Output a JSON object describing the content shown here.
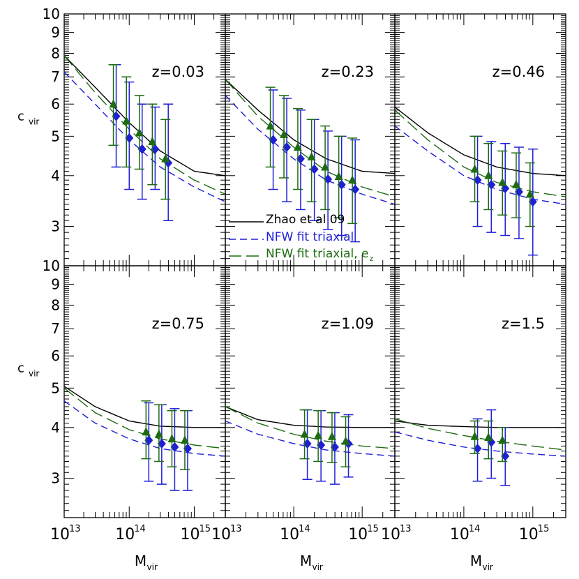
{
  "figure": {
    "ylabel": "c",
    "ylabel_sub": "vir",
    "xlabel": "M",
    "xlabel_sub": "vir",
    "x_tick_labels": [
      {
        "base": "10",
        "exp": "13",
        "value": 10000000000000.0
      },
      {
        "base": "10",
        "exp": "14",
        "value": 100000000000000.0
      },
      {
        "base": "10",
        "exp": "15",
        "value": 1000000000000000.0
      }
    ],
    "y_tick_labels": [
      {
        "text": "3",
        "value": 3
      },
      {
        "text": "4",
        "value": 4
      },
      {
        "text": "5",
        "value": 5
      },
      {
        "text": "6",
        "value": 6
      },
      {
        "text": "7",
        "value": 7
      },
      {
        "text": "8",
        "value": 8
      },
      {
        "text": "9",
        "value": 9
      },
      {
        "text": "10",
        "value": 10
      }
    ],
    "colors": {
      "zhao": "#000000",
      "nfw": "#1f1fd6",
      "nfw_ez": "#1e6b12"
    }
  },
  "legend": {
    "placement": "lower-left of top-middle panel",
    "entries": [
      {
        "series": "zhao",
        "label": "Zhao et al 09",
        "sub": ""
      },
      {
        "series": "nfw",
        "label": "NFW fit triaxial",
        "sub": ""
      },
      {
        "series": "nfw_ez",
        "label": "NFW fit triaxial, e",
        "sub": "z"
      }
    ]
  },
  "chart_data": [
    {
      "type": "scatter",
      "panel": "top-left",
      "label": "z=0.03",
      "x_scale": "log",
      "y_scale": "log",
      "xlim": [
        10000000000000.0,
        3000000000000000.0
      ],
      "ylim": [
        2.4,
        10
      ],
      "curves": {
        "zhao": {
          "x": [
            10000000000000.0,
            30000000000000.0,
            100000000000000.0,
            300000000000000.0,
            1000000000000000.0,
            3000000000000000.0
          ],
          "y": [
            7.9,
            6.6,
            5.4,
            4.6,
            4.1,
            4.0
          ]
        },
        "nfw": {
          "x": [
            10000000000000.0,
            30000000000000.0,
            100000000000000.0,
            300000000000000.0,
            1000000000000000.0,
            3000000000000000.0
          ],
          "y": [
            7.2,
            6.0,
            4.9,
            4.2,
            3.75,
            3.45
          ]
        },
        "nfw_ez": {
          "x": [
            10000000000000.0,
            30000000000000.0,
            100000000000000.0,
            300000000000000.0,
            1000000000000000.0,
            3000000000000000.0
          ],
          "y": [
            7.9,
            6.4,
            5.2,
            4.4,
            3.9,
            3.6
          ]
        }
      },
      "series": [
        {
          "name": "nfw",
          "marker": "diamond",
          "points": [
            {
              "x": 63000000000000.0,
              "y": 5.6,
              "lo": 4.2,
              "hi": 7.5
            },
            {
              "x": 100000000000000.0,
              "y": 4.95,
              "lo": 3.7,
              "hi": 6.8
            },
            {
              "x": 158000000000000.0,
              "y": 4.65,
              "lo": 3.5,
              "hi": 6.0
            },
            {
              "x": 250000000000000.0,
              "y": 4.65,
              "lo": 3.7,
              "hi": 5.9
            },
            {
              "x": 398000000000000.0,
              "y": 4.3,
              "lo": 3.1,
              "hi": 6.0
            }
          ]
        },
        {
          "name": "nfw_ez",
          "marker": "triangle",
          "points": [
            {
              "x": 63000000000000.0,
              "y": 6.0,
              "lo": 4.75,
              "hi": 7.5
            },
            {
              "x": 100000000000000.0,
              "y": 5.45,
              "lo": 4.2,
              "hi": 7.0
            },
            {
              "x": 158000000000000.0,
              "y": 5.1,
              "lo": 4.15,
              "hi": 6.3
            },
            {
              "x": 250000000000000.0,
              "y": 4.85,
              "lo": 3.8,
              "hi": 6.0
            },
            {
              "x": 398000000000000.0,
              "y": 4.4,
              "lo": 3.5,
              "hi": 5.5
            }
          ]
        }
      ]
    },
    {
      "type": "scatter",
      "panel": "top-middle",
      "label": "z=0.23",
      "x_scale": "log",
      "y_scale": "log",
      "xlim": [
        10000000000000.0,
        3000000000000000.0
      ],
      "ylim": [
        2.4,
        10
      ],
      "curves": {
        "zhao": {
          "x": [
            10000000000000.0,
            30000000000000.0,
            100000000000000.0,
            300000000000000.0,
            1000000000000000.0,
            3000000000000000.0
          ],
          "y": [
            6.9,
            5.8,
            4.9,
            4.4,
            4.1,
            4.05
          ]
        },
        "nfw": {
          "x": [
            10000000000000.0,
            30000000000000.0,
            100000000000000.0,
            300000000000000.0,
            1000000000000000.0,
            3000000000000000.0
          ],
          "y": [
            6.3,
            5.2,
            4.4,
            3.9,
            3.6,
            3.4
          ]
        },
        "nfw_ez": {
          "x": [
            10000000000000.0,
            30000000000000.0,
            100000000000000.0,
            300000000000000.0,
            1000000000000000.0,
            3000000000000000.0
          ],
          "y": [
            6.9,
            5.6,
            4.7,
            4.1,
            3.75,
            3.55
          ]
        }
      },
      "series": [
        {
          "name": "nfw",
          "marker": "diamond",
          "points": [
            {
              "x": 50000000000000.0,
              "y": 4.9,
              "lo": 3.7,
              "hi": 6.5
            },
            {
              "x": 79000000000000.0,
              "y": 4.7,
              "lo": 3.45,
              "hi": 6.2
            },
            {
              "x": 126000000000000.0,
              "y": 4.4,
              "lo": 3.3,
              "hi": 5.8
            },
            {
              "x": 200000000000000.0,
              "y": 4.15,
              "lo": 3.1,
              "hi": 5.5
            },
            {
              "x": 316000000000000.0,
              "y": 3.92,
              "lo": 2.95,
              "hi": 5.15
            },
            {
              "x": 500000000000000.0,
              "y": 3.8,
              "lo": 2.85,
              "hi": 5.0
            },
            {
              "x": 790000000000000.0,
              "y": 3.7,
              "lo": 2.75,
              "hi": 4.9
            }
          ]
        },
        {
          "name": "nfw_ez",
          "marker": "triangle",
          "points": [
            {
              "x": 50000000000000.0,
              "y": 5.3,
              "lo": 4.2,
              "hi": 6.6
            },
            {
              "x": 79000000000000.0,
              "y": 5.05,
              "lo": 3.95,
              "hi": 6.3
            },
            {
              "x": 126000000000000.0,
              "y": 4.7,
              "lo": 3.7,
              "hi": 5.85
            },
            {
              "x": 200000000000000.0,
              "y": 4.45,
              "lo": 3.45,
              "hi": 5.5
            },
            {
              "x": 316000000000000.0,
              "y": 4.2,
              "lo": 3.3,
              "hi": 5.3
            },
            {
              "x": 500000000000000.0,
              "y": 3.98,
              "lo": 3.15,
              "hi": 5.0
            },
            {
              "x": 790000000000000.0,
              "y": 3.9,
              "lo": 3.05,
              "hi": 4.95
            }
          ]
        }
      ]
    },
    {
      "type": "scatter",
      "panel": "top-right",
      "label": "z=0.46",
      "x_scale": "log",
      "y_scale": "log",
      "xlim": [
        10000000000000.0,
        3000000000000000.0
      ],
      "ylim": [
        2.4,
        10
      ],
      "curves": {
        "zhao": {
          "x": [
            10000000000000.0,
            30000000000000.0,
            100000000000000.0,
            300000000000000.0,
            1000000000000000.0,
            3000000000000000.0
          ],
          "y": [
            5.9,
            5.1,
            4.5,
            4.2,
            4.05,
            4.0
          ]
        },
        "nfw": {
          "x": [
            10000000000000.0,
            30000000000000.0,
            100000000000000.0,
            300000000000000.0,
            1000000000000000.0,
            3000000000000000.0
          ],
          "y": [
            5.3,
            4.6,
            4.0,
            3.7,
            3.5,
            3.4
          ]
        },
        "nfw_ez": {
          "x": [
            10000000000000.0,
            30000000000000.0,
            100000000000000.0,
            300000000000000.0,
            1000000000000000.0,
            3000000000000000.0
          ],
          "y": [
            5.8,
            4.9,
            4.2,
            3.85,
            3.65,
            3.55
          ]
        }
      },
      "series": [
        {
          "name": "nfw",
          "marker": "diamond",
          "points": [
            {
              "x": 158000000000000.0,
              "y": 3.9,
              "lo": 3.0,
              "hi": 5.0
            },
            {
              "x": 250000000000000.0,
              "y": 3.8,
              "lo": 2.9,
              "hi": 4.85
            },
            {
              "x": 398000000000000.0,
              "y": 3.72,
              "lo": 2.85,
              "hi": 4.8
            },
            {
              "x": 630000000000000.0,
              "y": 3.65,
              "lo": 2.8,
              "hi": 4.7
            },
            {
              "x": 1000000000000000.0,
              "y": 3.45,
              "lo": 2.55,
              "hi": 4.65
            }
          ]
        },
        {
          "name": "nfw_ez",
          "marker": "triangle",
          "points": [
            {
              "x": 158000000000000.0,
              "y": 4.15,
              "lo": 3.45,
              "hi": 5.0
            },
            {
              "x": 250000000000000.0,
              "y": 4.0,
              "lo": 3.3,
              "hi": 4.8
            },
            {
              "x": 398000000000000.0,
              "y": 3.85,
              "lo": 3.2,
              "hi": 4.6
            },
            {
              "x": 630000000000000.0,
              "y": 3.8,
              "lo": 3.15,
              "hi": 4.55
            },
            {
              "x": 1000000000000000.0,
              "y": 3.6,
              "lo": 3.0,
              "hi": 4.3
            }
          ]
        }
      ]
    },
    {
      "type": "scatter",
      "panel": "bottom-left",
      "label": "z=0.75",
      "x_scale": "log",
      "y_scale": "log",
      "xlim": [
        10000000000000.0,
        3000000000000000.0
      ],
      "ylim": [
        2.4,
        10
      ],
      "curves": {
        "zhao": {
          "x": [
            10000000000000.0,
            30000000000000.0,
            100000000000000.0,
            300000000000000.0,
            1000000000000000.0,
            3000000000000000.0
          ],
          "y": [
            5.05,
            4.5,
            4.15,
            4.03,
            4.0,
            4.0
          ]
        },
        "nfw": {
          "x": [
            10000000000000.0,
            30000000000000.0,
            100000000000000.0,
            300000000000000.0,
            1000000000000000.0,
            3000000000000000.0
          ],
          "y": [
            4.65,
            4.1,
            3.75,
            3.55,
            3.45,
            3.4
          ]
        },
        "nfw_ez": {
          "x": [
            10000000000000.0,
            30000000000000.0,
            100000000000000.0,
            300000000000000.0,
            1000000000000000.0,
            3000000000000000.0
          ],
          "y": [
            5.0,
            4.35,
            3.95,
            3.75,
            3.62,
            3.55
          ]
        }
      },
      "series": [
        {
          "name": "nfw",
          "marker": "diamond",
          "points": [
            {
              "x": 200000000000000.0,
              "y": 3.72,
              "lo": 2.95,
              "hi": 4.6
            },
            {
              "x": 316000000000000.0,
              "y": 3.65,
              "lo": 2.9,
              "hi": 4.55
            },
            {
              "x": 500000000000000.0,
              "y": 3.58,
              "lo": 2.8,
              "hi": 4.45
            },
            {
              "x": 790000000000000.0,
              "y": 3.55,
              "lo": 2.8,
              "hi": 4.4
            }
          ]
        },
        {
          "name": "nfw_ez",
          "marker": "triangle",
          "points": [
            {
              "x": 200000000000000.0,
              "y": 3.9,
              "lo": 3.35,
              "hi": 4.65
            },
            {
              "x": 316000000000000.0,
              "y": 3.85,
              "lo": 3.3,
              "hi": 4.55
            },
            {
              "x": 500000000000000.0,
              "y": 3.75,
              "lo": 3.2,
              "hi": 4.4
            },
            {
              "x": 790000000000000.0,
              "y": 3.72,
              "lo": 3.15,
              "hi": 4.4
            }
          ]
        }
      ]
    },
    {
      "type": "scatter",
      "panel": "bottom-middle",
      "label": "z=1.09",
      "x_scale": "log",
      "y_scale": "log",
      "xlim": [
        10000000000000.0,
        3000000000000000.0
      ],
      "ylim": [
        2.4,
        10
      ],
      "curves": {
        "zhao": {
          "x": [
            10000000000000.0,
            30000000000000.0,
            100000000000000.0,
            300000000000000.0,
            1000000000000000.0,
            3000000000000000.0
          ],
          "y": [
            4.5,
            4.18,
            4.05,
            4.01,
            4.0,
            4.0
          ]
        },
        "nfw": {
          "x": [
            10000000000000.0,
            30000000000000.0,
            100000000000000.0,
            300000000000000.0,
            1000000000000000.0,
            3000000000000000.0
          ],
          "y": [
            4.15,
            3.85,
            3.65,
            3.52,
            3.45,
            3.4
          ]
        },
        "nfw_ez": {
          "x": [
            10000000000000.0,
            30000000000000.0,
            100000000000000.0,
            300000000000000.0,
            1000000000000000.0,
            3000000000000000.0
          ],
          "y": [
            4.5,
            4.1,
            3.85,
            3.7,
            3.6,
            3.55
          ]
        }
      },
      "series": [
        {
          "name": "nfw",
          "marker": "diamond",
          "points": [
            {
              "x": 158000000000000.0,
              "y": 3.65,
              "lo": 2.98,
              "hi": 4.42
            },
            {
              "x": 250000000000000.0,
              "y": 3.62,
              "lo": 2.95,
              "hi": 4.4
            },
            {
              "x": 398000000000000.0,
              "y": 3.58,
              "lo": 2.9,
              "hi": 4.35
            },
            {
              "x": 630000000000000.0,
              "y": 3.65,
              "lo": 3.02,
              "hi": 4.3
            }
          ]
        },
        {
          "name": "nfw_ez",
          "marker": "triangle",
          "points": [
            {
              "x": 158000000000000.0,
              "y": 3.85,
              "lo": 3.35,
              "hi": 4.42
            },
            {
              "x": 250000000000000.0,
              "y": 3.82,
              "lo": 3.3,
              "hi": 4.4
            },
            {
              "x": 398000000000000.0,
              "y": 3.8,
              "lo": 3.28,
              "hi": 4.35
            },
            {
              "x": 630000000000000.0,
              "y": 3.7,
              "lo": 3.2,
              "hi": 4.25
            }
          ]
        }
      ]
    },
    {
      "type": "scatter",
      "panel": "bottom-right",
      "label": "z=1.5",
      "x_scale": "log",
      "y_scale": "log",
      "xlim": [
        10000000000000.0,
        3000000000000000.0
      ],
      "ylim": [
        2.4,
        10
      ],
      "curves": {
        "zhao": {
          "x": [
            10000000000000.0,
            30000000000000.0,
            100000000000000.0,
            300000000000000.0,
            1000000000000000.0,
            3000000000000000.0
          ],
          "y": [
            4.15,
            4.05,
            4.02,
            4.0,
            4.0,
            4.0
          ]
        },
        "nfw": {
          "x": [
            10000000000000.0,
            30000000000000.0,
            100000000000000.0,
            300000000000000.0,
            1000000000000000.0,
            3000000000000000.0
          ],
          "y": [
            3.9,
            3.72,
            3.58,
            3.5,
            3.44,
            3.4
          ]
        },
        "nfw_ez": {
          "x": [
            10000000000000.0,
            30000000000000.0,
            100000000000000.0,
            300000000000000.0,
            1000000000000000.0,
            3000000000000000.0
          ],
          "y": [
            4.2,
            3.98,
            3.82,
            3.7,
            3.6,
            3.52
          ]
        }
      },
      "series": [
        {
          "name": "nfw",
          "marker": "diamond",
          "points": [
            {
              "x": 158000000000000.0,
              "y": 3.55,
              "lo": 2.95,
              "hi": 4.2
            },
            {
              "x": 250000000000000.0,
              "y": 3.68,
              "lo": 3.0,
              "hi": 4.42
            },
            {
              "x": 398000000000000.0,
              "y": 3.4,
              "lo": 2.88,
              "hi": 4.0
            }
          ]
        },
        {
          "name": "nfw_ez",
          "marker": "triangle",
          "points": [
            {
              "x": 158000000000000.0,
              "y": 3.8,
              "lo": 3.45,
              "hi": 4.15
            },
            {
              "x": 250000000000000.0,
              "y": 3.78,
              "lo": 3.35,
              "hi": 4.15
            },
            {
              "x": 398000000000000.0,
              "y": 3.72,
              "lo": 3.3,
              "hi": 4.0
            }
          ]
        }
      ]
    }
  ]
}
